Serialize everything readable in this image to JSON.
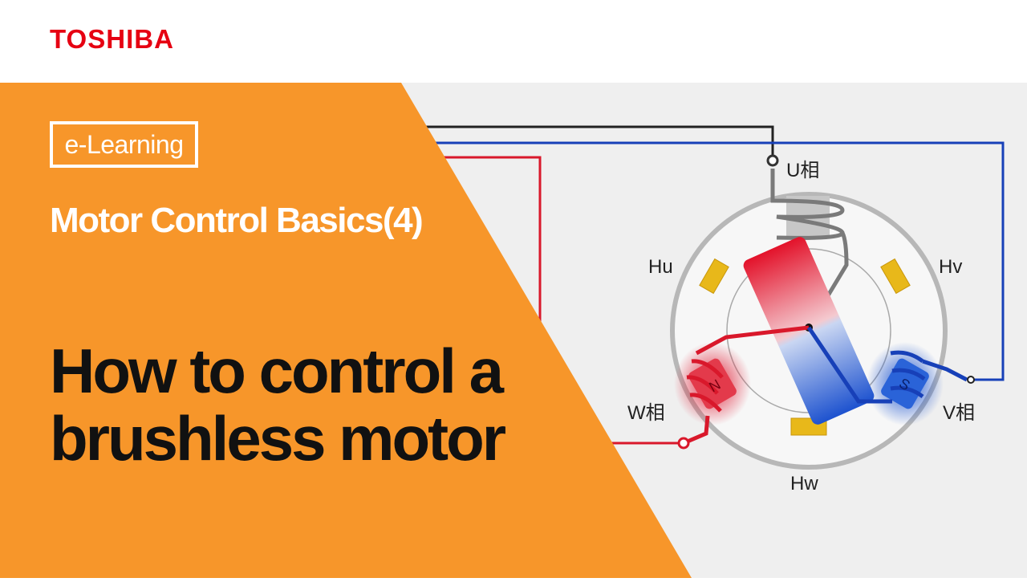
{
  "brand": {
    "name": "TOSHIBA",
    "color": "#e60012"
  },
  "badge": {
    "label": "e-Learning"
  },
  "series": {
    "label": "Motor Control Basics(4)"
  },
  "title": {
    "line1": "How to control a",
    "line2": "brushless motor"
  },
  "diagram": {
    "phase_labels": {
      "u": "U相",
      "v": "V相",
      "w": "W相"
    },
    "hall_labels": {
      "hu": "Hu",
      "hv": "Hv",
      "hw": "Hw"
    },
    "pole_labels": {
      "north": "N",
      "south": "S"
    }
  },
  "colors": {
    "orange": "#f7962a",
    "red_wire": "#d9182b",
    "blue_wire": "#1740b8",
    "hall_sensor": "#e8b81a"
  }
}
